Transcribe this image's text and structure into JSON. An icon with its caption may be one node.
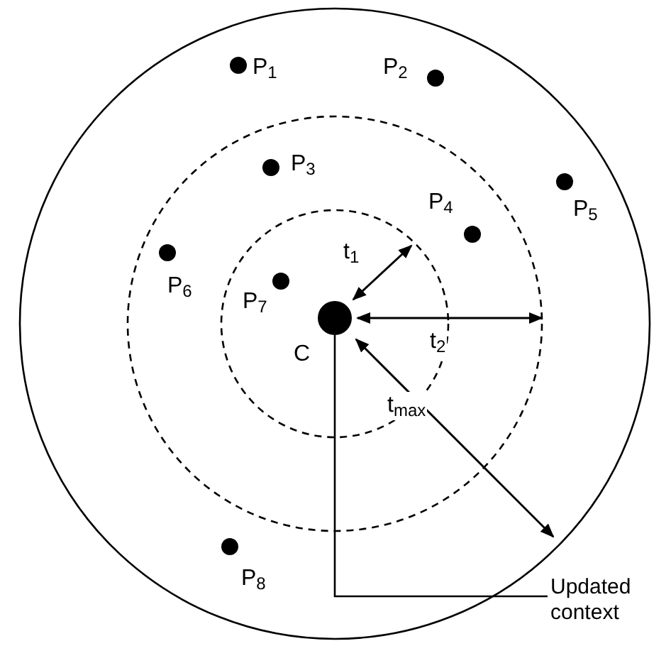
{
  "diagram": {
    "nodes": [
      {
        "text": [],
        "shape": "circle",
        "beside": [
          "P$_{1}$"
        ]
      },
      {
        "text": [],
        "shape": "circle",
        "beside": [
          "P$_{2}$"
        ]
      },
      {
        "text": [],
        "shape": "circle",
        "beside": [
          "P$_{3}$"
        ]
      },
      {
        "text": [],
        "shape": "circle",
        "beside": [
          "P$_{4}$"
        ]
      },
      {
        "text": [],
        "shape": "circle",
        "beside": [
          "P$_{5}$"
        ]
      },
      {
        "text": [],
        "shape": "circle",
        "beside": [
          "P$_{6}$"
        ]
      },
      {
        "text": [],
        "shape": "circle",
        "beside": [
          "P$_{7}$"
        ]
      },
      {
        "text": [],
        "shape": "circle",
        "beside": [
          "P$_{8}$"
        ]
      },
      {
        "text": [],
        "shape": "circle",
        "beside": [
          "C"
        ]
      },
      {
        "text": [
          "Updated context"
        ]
      }
    ],
    "edges": [
      {
        "from": 8,
        "to": 9,
        "arrow": "none"
      }
    ],
    "labels": [
      "t$_{1}$",
      "t$_{2}$",
      "t$_{max}$"
    ]
  }
}
